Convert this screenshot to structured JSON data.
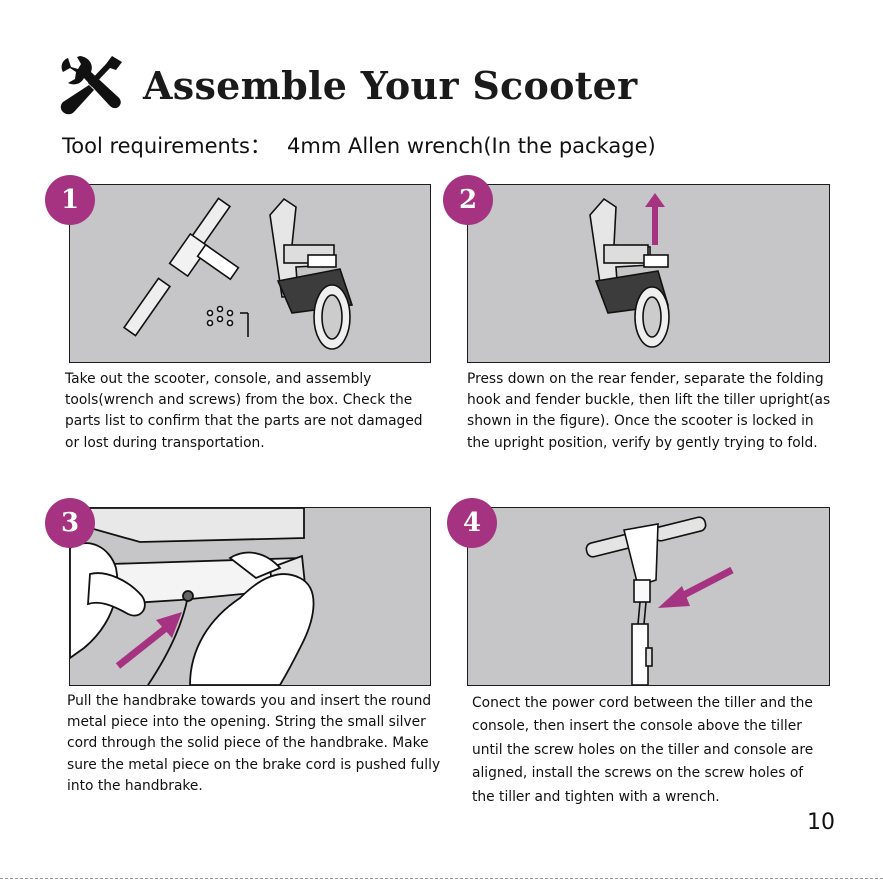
{
  "header": {
    "title": "Assemble Your Scooter",
    "tools_label": "Tool requirements：",
    "tools_value": "4mm Allen wrench(In the package)"
  },
  "steps": [
    {
      "number": "1",
      "text": "Take out the scooter,  console, and assembly tools(wrench and screws) from the box. Check the parts list to confirm that the parts are not damaged or lost during transportation."
    },
    {
      "number": "2",
      "text": "Press down on the rear fender, separate the folding hook and fender buckle, then lift the tiller upright(as shown in the figure). Once the scooter is locked in the upright position, verify by gently trying to fold."
    },
    {
      "number": "3",
      "text": "Pull the handbrake towards you and insert the round metal piece into the opening. String the small silver cord through the solid piece of the handbrake. Make sure the metal piece on the brake cord is pushed fully into the handbrake."
    },
    {
      "number": "4",
      "text": "Conect the power cord between the tiller and the console, then insert the console above the tiller until the screw holes on the tiller and console are aligned, install the screws on the screw holes of the tiller and tighten with a wrench."
    }
  ],
  "page_number": "10",
  "colors": {
    "accent": "#a63381",
    "panel_bg": "#c6c6c8"
  },
  "icons": {
    "title": "tools-icon"
  }
}
